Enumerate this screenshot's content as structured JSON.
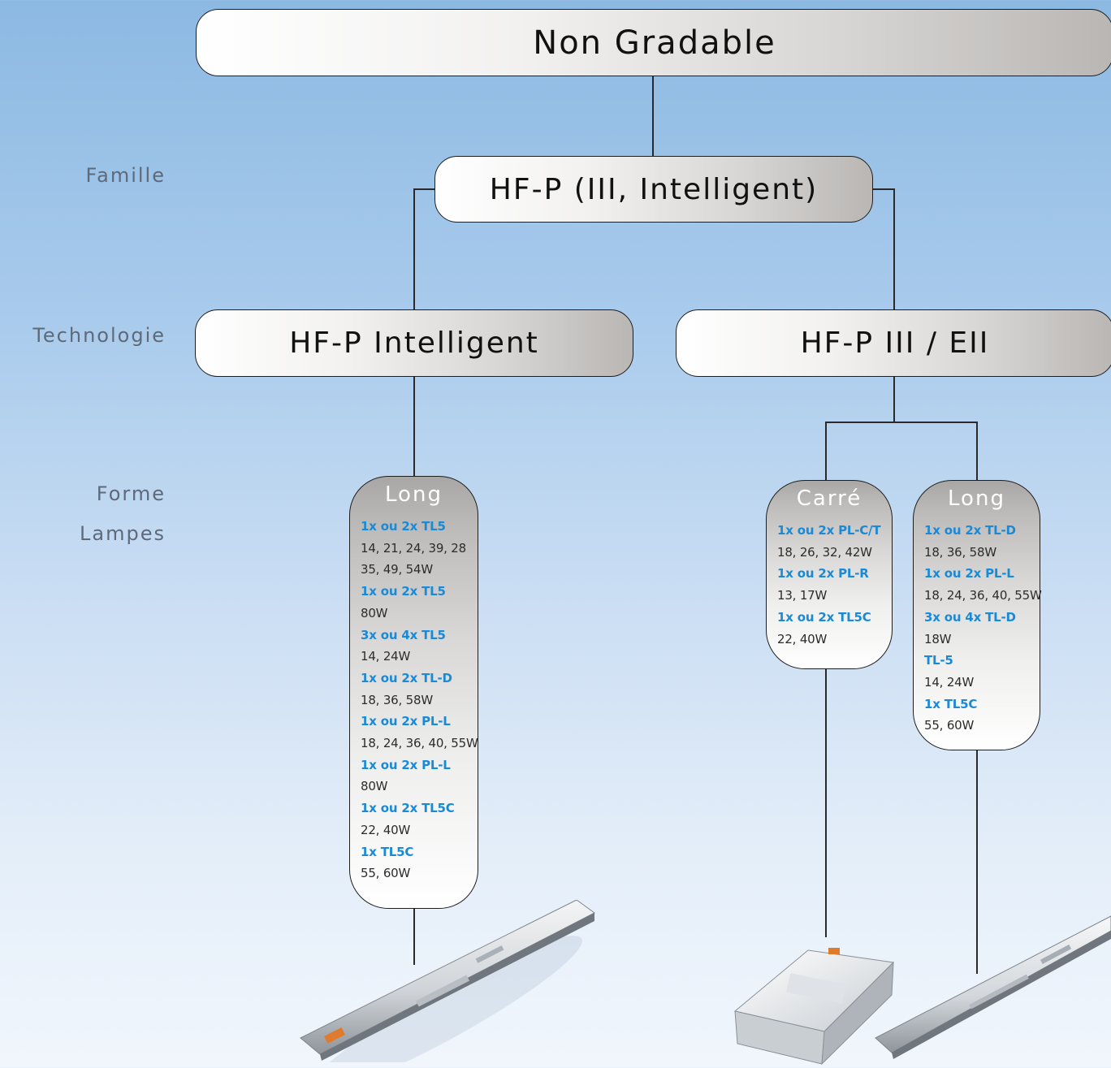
{
  "root": {
    "label": "Non Gradable"
  },
  "row_labels": {
    "famille": "Famille",
    "technologie": "Technologie",
    "forme": "Forme",
    "lampes": "Lampes"
  },
  "famille": {
    "label": "HF-P (III, Intelligent)"
  },
  "technologies": [
    {
      "label": "HF-P Intelligent"
    },
    {
      "label": "HF-P III / EII"
    }
  ],
  "forms": [
    {
      "title": "Long",
      "entries": [
        {
          "lamp": "1x ou 2x TL5",
          "watts": "14, 21, 24, 39, 28"
        },
        {
          "lamp": "",
          "watts": "35, 49, 54W"
        },
        {
          "lamp": "1x ou 2x TL5",
          "watts": "80W"
        },
        {
          "lamp": "3x ou 4x TL5",
          "watts": "14, 24W"
        },
        {
          "lamp": "1x ou 2x TL-D",
          "watts": "18, 36, 58W"
        },
        {
          "lamp": "1x ou 2x PL-L",
          "watts": "18, 24, 36, 40, 55W"
        },
        {
          "lamp": "1x ou 2x PL-L",
          "watts": "80W"
        },
        {
          "lamp": "1x ou 2x TL5C",
          "watts": "22, 40W"
        },
        {
          "lamp": "1x TL5C",
          "watts": "55, 60W"
        }
      ]
    },
    {
      "title": "Carré",
      "entries": [
        {
          "lamp": "1x ou 2x PL-C/T",
          "watts": "18, 26, 32, 42W"
        },
        {
          "lamp": "1x ou 2x PL-R",
          "watts": "13, 17W"
        },
        {
          "lamp": "1x ou 2x TL5C",
          "watts": "22, 40W"
        }
      ]
    },
    {
      "title": "Long",
      "entries": [
        {
          "lamp": "1x ou 2x TL-D",
          "watts": "18, 36, 58W"
        },
        {
          "lamp": "1x ou 2x PL-L",
          "watts": "18, 24, 36, 40, 55W"
        },
        {
          "lamp": "3x ou 4x TL-D",
          "watts": "18W"
        },
        {
          "lamp": "TL-5",
          "watts": "14, 24W"
        },
        {
          "lamp": "1x TL5C",
          "watts": "55, 60W"
        }
      ]
    }
  ],
  "product_images": [
    "long-ballast-image",
    "square-ballast-image",
    "long-ballast-image"
  ],
  "colors": {
    "lamp_text": "#1a8ad6",
    "watt_text": "#2c2c2c",
    "label_text": "#5e6a7a"
  }
}
